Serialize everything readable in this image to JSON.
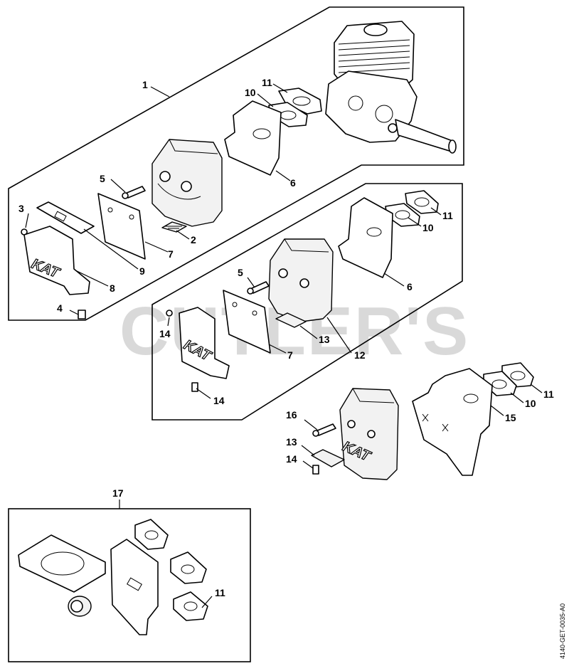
{
  "watermark": "CUTLER'S",
  "doc_id": "4140-GET-0035-A0",
  "kat_text": "KAT",
  "callouts": {
    "c1": "1",
    "c2": "2",
    "c3": "3",
    "c4": "4",
    "c5a": "5",
    "c6a": "6",
    "c7a": "7",
    "c8": "8",
    "c9": "9",
    "c10a": "10",
    "c11a": "11",
    "c5b": "5",
    "c6b": "6",
    "c7b": "7",
    "c10b": "10",
    "c11b": "11",
    "c12": "12",
    "c13a": "13",
    "c14a": "14",
    "c14b": "14",
    "c10c": "10",
    "c11c": "11",
    "c13b": "13",
    "c14c": "14",
    "c15": "15",
    "c16": "16",
    "c17": "17",
    "c11d": "11"
  }
}
